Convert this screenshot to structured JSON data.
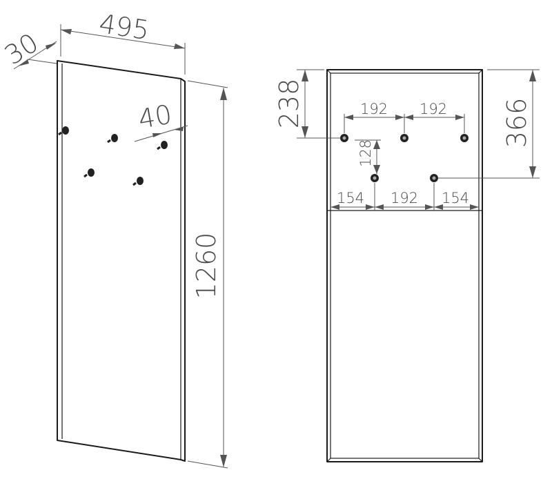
{
  "dimensions": {
    "width": "495",
    "depth": "30",
    "height": "1260",
    "hook_offset": "40",
    "top_to_upper_row": "238",
    "top_to_lower_row": "366",
    "row_gap": "128",
    "upper_spacing_left": "192",
    "upper_spacing_right": "192",
    "lower_side_left": "154",
    "lower_middle": "192",
    "lower_side_right": "154"
  }
}
